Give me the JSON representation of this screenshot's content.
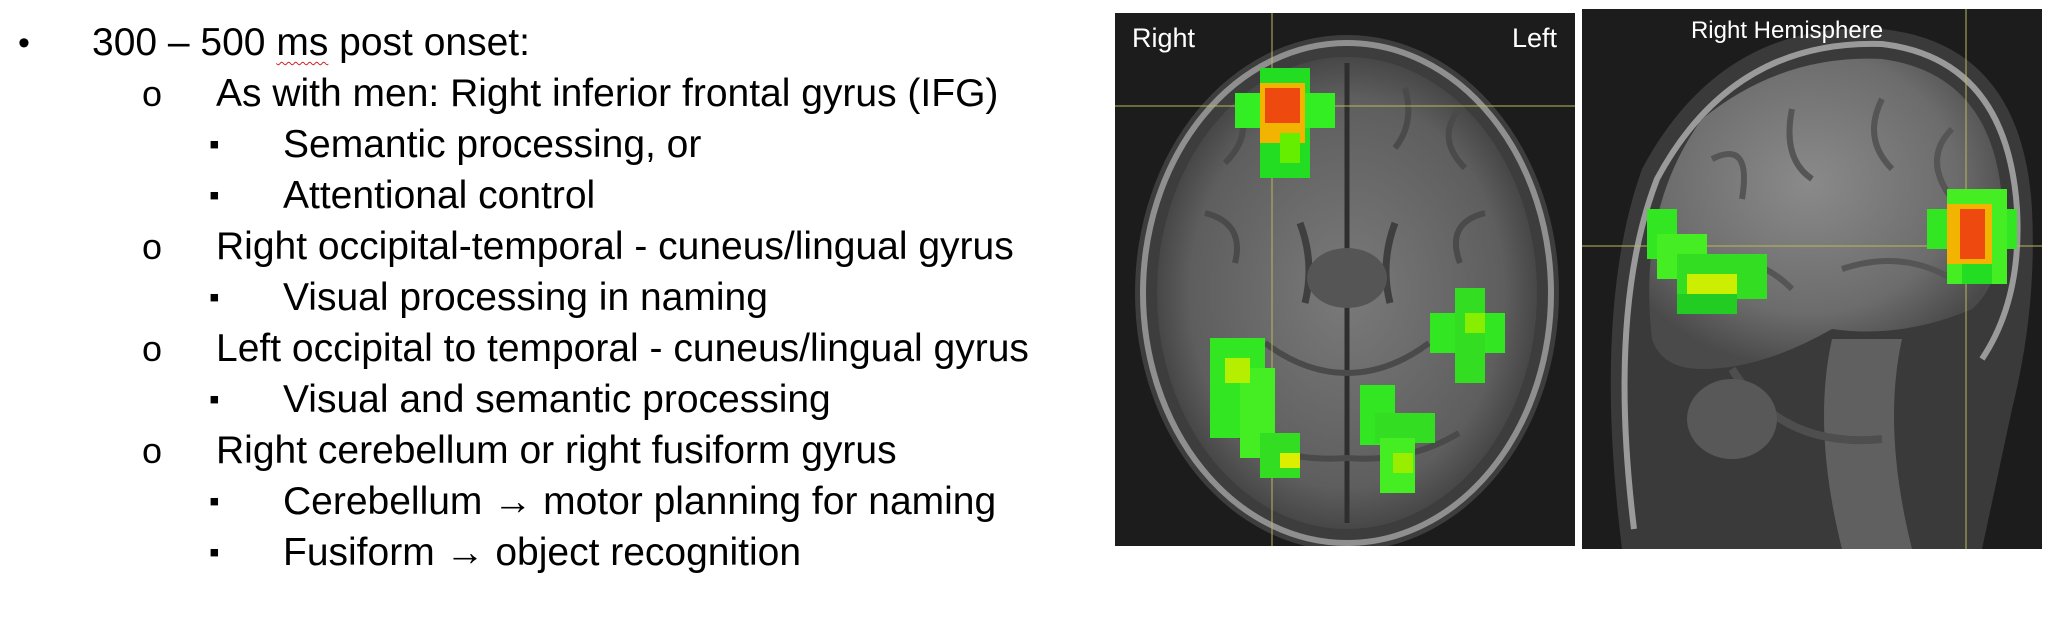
{
  "bullets": [
    {
      "level": 1,
      "marker": "•",
      "text_pre": "300 – 500 ",
      "text_mark": "ms",
      "text_post": " post onset:"
    },
    {
      "level": 2,
      "marker": "o",
      "text": "As with men: Right inferior frontal gyrus (IFG)"
    },
    {
      "level": 3,
      "marker": "▪",
      "text": "Semantic processing, or"
    },
    {
      "level": 3,
      "marker": "▪",
      "text": "Attentional control"
    },
    {
      "level": 2,
      "marker": "o",
      "text": "Right occipital-temporal - cuneus/lingual gyrus"
    },
    {
      "level": 3,
      "marker": "▪",
      "text": "Visual processing in naming"
    },
    {
      "level": 2,
      "marker": "o",
      "text": "Left occipital to temporal - cuneus/lingual gyrus"
    },
    {
      "level": 3,
      "marker": "▪",
      "text": "Visual and semantic processing"
    },
    {
      "level": 2,
      "marker": "o",
      "text": "Right cerebellum or right fusiform gyrus"
    },
    {
      "level": 3,
      "marker": "▪",
      "text": "Cerebellum → motor planning for naming"
    },
    {
      "level": 3,
      "marker": "▪",
      "text": "Fusiform → object recognition"
    }
  ],
  "axial_image": {
    "label_right": "Right",
    "label_left": "Left"
  },
  "sagittal_image": {
    "label_title": "Right Hemisphere"
  }
}
